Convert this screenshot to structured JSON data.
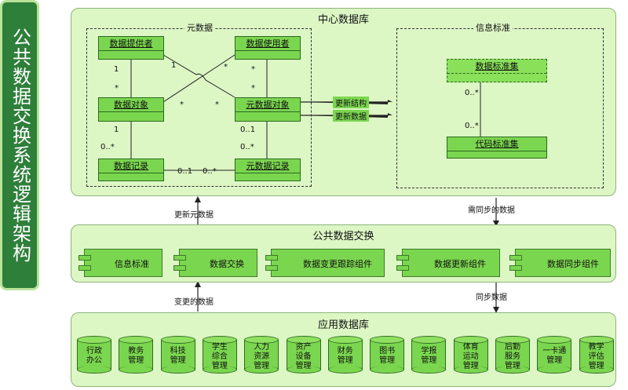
{
  "title": "公共数据交换系统逻辑架构",
  "center": {
    "title": "中心数据库",
    "meta_title": "元数据",
    "std_title": "信息标准",
    "classes": {
      "provider": "数据提供者",
      "user": "数据使用者",
      "object": "数据对象",
      "meta_object": "元数据对象",
      "record": "数据记录",
      "meta_record": "元数据记录",
      "std_set": "数据标准集",
      "code_set": "代码标准集"
    },
    "mult": {
      "m1": "1",
      "m2": "*",
      "m3": "1",
      "m4": "*",
      "m5": "*",
      "m6": "*",
      "m7": "*",
      "m8": "*",
      "m9": "1",
      "m10": "0..*",
      "m11": "0..1",
      "m12": "0..*",
      "m13": "0..1",
      "m14": "0..*",
      "m15": "0..*",
      "m16": "0..*"
    },
    "update_struct": "更新结构",
    "update_data": "更新数据"
  },
  "arrows": {
    "update_meta": "更新元数据",
    "need_sync": "需同步的数据",
    "changed": "变更的数据",
    "synced": "同步数据"
  },
  "exchange": {
    "title": "公共数据交换",
    "components": [
      "信息标准",
      "数据交换",
      "数据变更跟踪组件",
      "数据更新组件",
      "数据同步组件"
    ]
  },
  "app": {
    "title": "应用数据库",
    "dbs": [
      [
        "行政",
        "办公"
      ],
      [
        "教务",
        "管理"
      ],
      [
        "科技",
        "管理"
      ],
      [
        "学生",
        "综合",
        "管理"
      ],
      [
        "人力",
        "资源",
        "管理"
      ],
      [
        "资产",
        "设备",
        "管理"
      ],
      [
        "财务",
        "管理"
      ],
      [
        "图书",
        "管理"
      ],
      [
        "学报",
        "管理"
      ],
      [
        "体育",
        "运动",
        "管理"
      ],
      [
        "后勤",
        "服务",
        "管理"
      ],
      [
        "一卡通",
        "管理"
      ],
      [
        "教学",
        "评估",
        "管理"
      ]
    ]
  }
}
